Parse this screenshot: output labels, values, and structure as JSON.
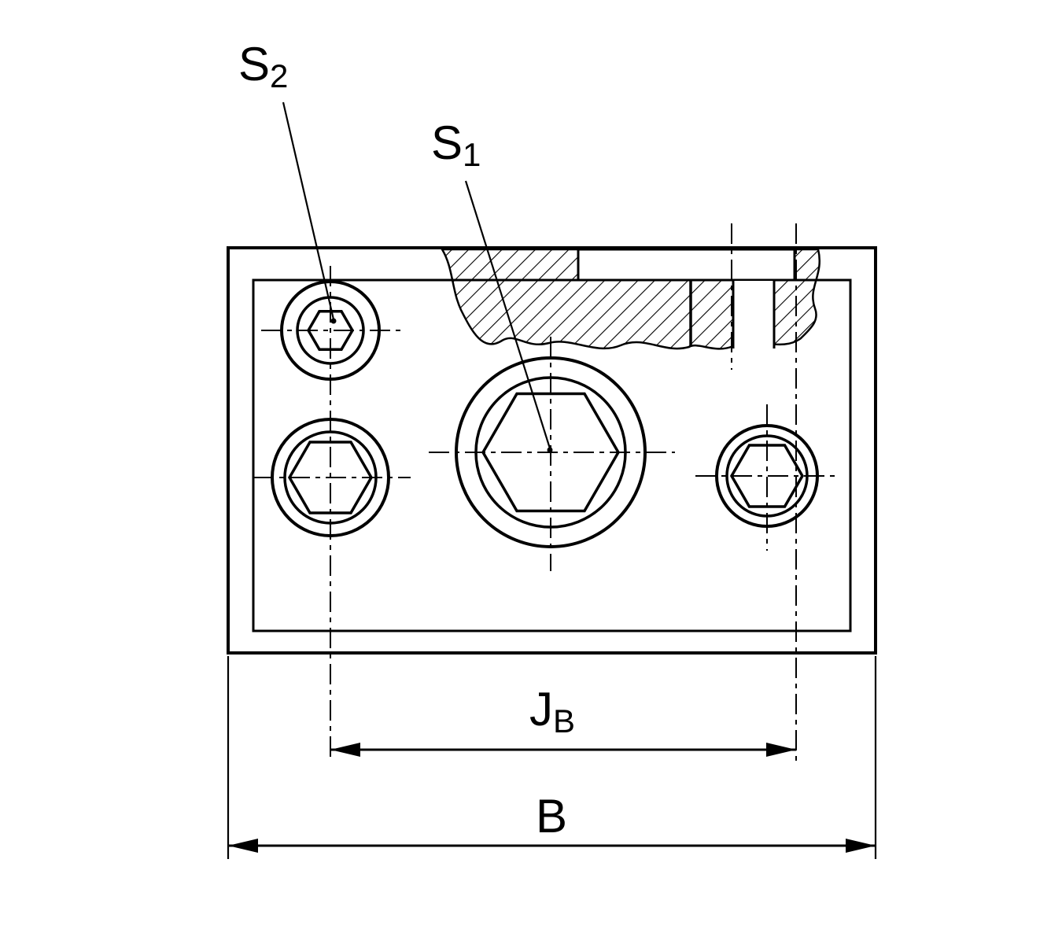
{
  "diagram": {
    "kind": "technical-drawing-top-view",
    "labels": {
      "s2": {
        "base": "S",
        "sub": "2"
      },
      "s1": {
        "base": "S",
        "sub": "1"
      },
      "jb": {
        "base": "J",
        "sub": "B"
      },
      "b": {
        "base": "B",
        "sub": ""
      }
    },
    "colors": {
      "line": "#000000",
      "background": "#ffffff"
    }
  }
}
